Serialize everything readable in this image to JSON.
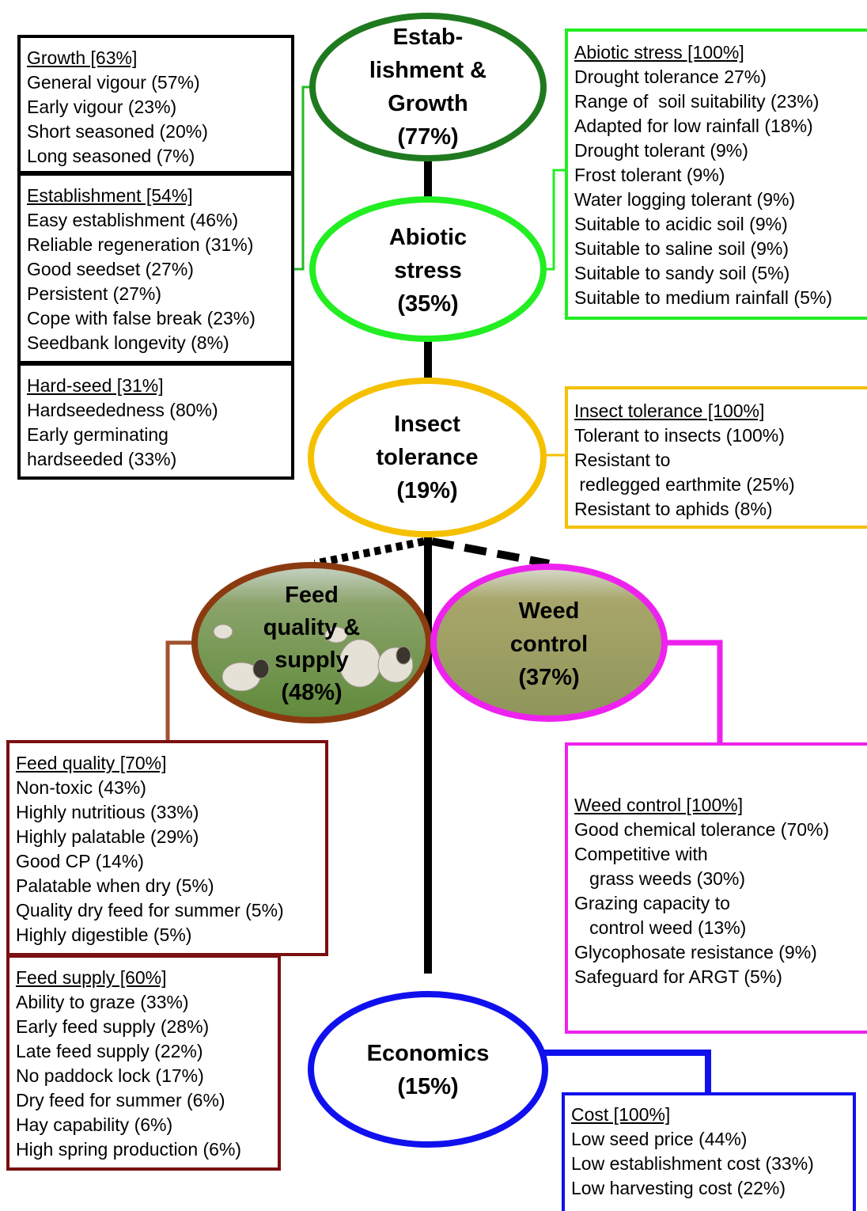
{
  "colors": {
    "establishment": "#1f7a1f",
    "abiotic": "#22ee22",
    "insect": "#f5c000",
    "feed": "#8b3a10",
    "feed_box": "#7a1010",
    "weed": "#ee22ee",
    "economics": "#1010ee",
    "trunk": "#000000"
  },
  "nodes": {
    "establishment": {
      "lines": [
        "Estab-",
        "lishment &",
        "Growth",
        "(77%)"
      ]
    },
    "abiotic": {
      "lines": [
        "Abiotic",
        "stress",
        "(35%)"
      ]
    },
    "insect": {
      "lines": [
        "Insect",
        "tolerance",
        "(19%)"
      ]
    },
    "feed": {
      "lines": [
        "Feed",
        "quality &",
        "supply",
        "(48%)"
      ]
    },
    "weed": {
      "lines": [
        "Weed",
        "control",
        "(37%)"
      ]
    },
    "economics": {
      "lines": [
        "Economics",
        "(15%)"
      ]
    }
  },
  "boxes": {
    "growth": {
      "title": "Growth [63%]",
      "items": [
        "General vigour (57%)",
        "Early vigour (23%)",
        "Short seasoned (20%)",
        "Long seasoned (7%)"
      ]
    },
    "establishment": {
      "title": "Establishment [54%]",
      "items": [
        "Easy establishment (46%)",
        "Reliable regeneration (31%)",
        "Good seedset (27%)",
        "Persistent (27%)",
        "Cope with false break (23%)",
        "Seedbank longevity (8%)"
      ]
    },
    "hardseed": {
      "title": "Hard-seed [31%]",
      "items": [
        "Hardseededness (80%)",
        "Early germinating",
        "hardseeded (33%)"
      ]
    },
    "abiotic": {
      "title": "Abiotic stress [100%]",
      "items": [
        "Drought tolerance 27%)",
        "Range of  soil suitability (23%)",
        "Adapted for low rainfall (18%)",
        "Drought tolerant (9%)",
        "Frost tolerant (9%)",
        "Water logging tolerant (9%)",
        "Suitable to acidic soil (9%)",
        "Suitable to saline soil (9%)",
        "Suitable to sandy soil (5%)",
        "Suitable to medium rainfall (5%)"
      ]
    },
    "insect": {
      "title": "Insect tolerance [100%]",
      "items": [
        "Tolerant to insects (100%)",
        "Resistant to",
        " redlegged earthmite (25%)",
        "Resistant to aphids (8%)"
      ]
    },
    "feedquality": {
      "title": "Feed quality [70%]",
      "items": [
        "Non-toxic (43%)",
        "Highly nutritious (33%)",
        "Highly palatable (29%)",
        "Good CP (14%)",
        "Palatable when dry (5%)",
        "Quality dry feed for summer (5%)",
        "Highly digestible (5%)"
      ]
    },
    "feedsupply": {
      "title": "Feed supply [60%]",
      "items": [
        "Ability to graze (33%)",
        "Early feed supply (28%)",
        "Late feed supply (22%)",
        "No paddock lock (17%)",
        "Dry feed for summer (6%)",
        "Hay capability (6%)",
        "High spring production (6%)"
      ]
    },
    "weed": {
      "title": "Weed control [100%]",
      "items": [
        "Good chemical tolerance (70%)",
        "Competitive with",
        "   grass weeds (30%)",
        "Grazing capacity to",
        "   control weed (13%)",
        "Glycophosate resistance (9%)",
        "Safeguard for ARGT (5%)"
      ]
    },
    "cost": {
      "title": "Cost [100%]",
      "items": [
        "Low seed price (44%)",
        "Low establishment cost (33%)",
        "Low harvesting cost (22%)"
      ]
    }
  }
}
